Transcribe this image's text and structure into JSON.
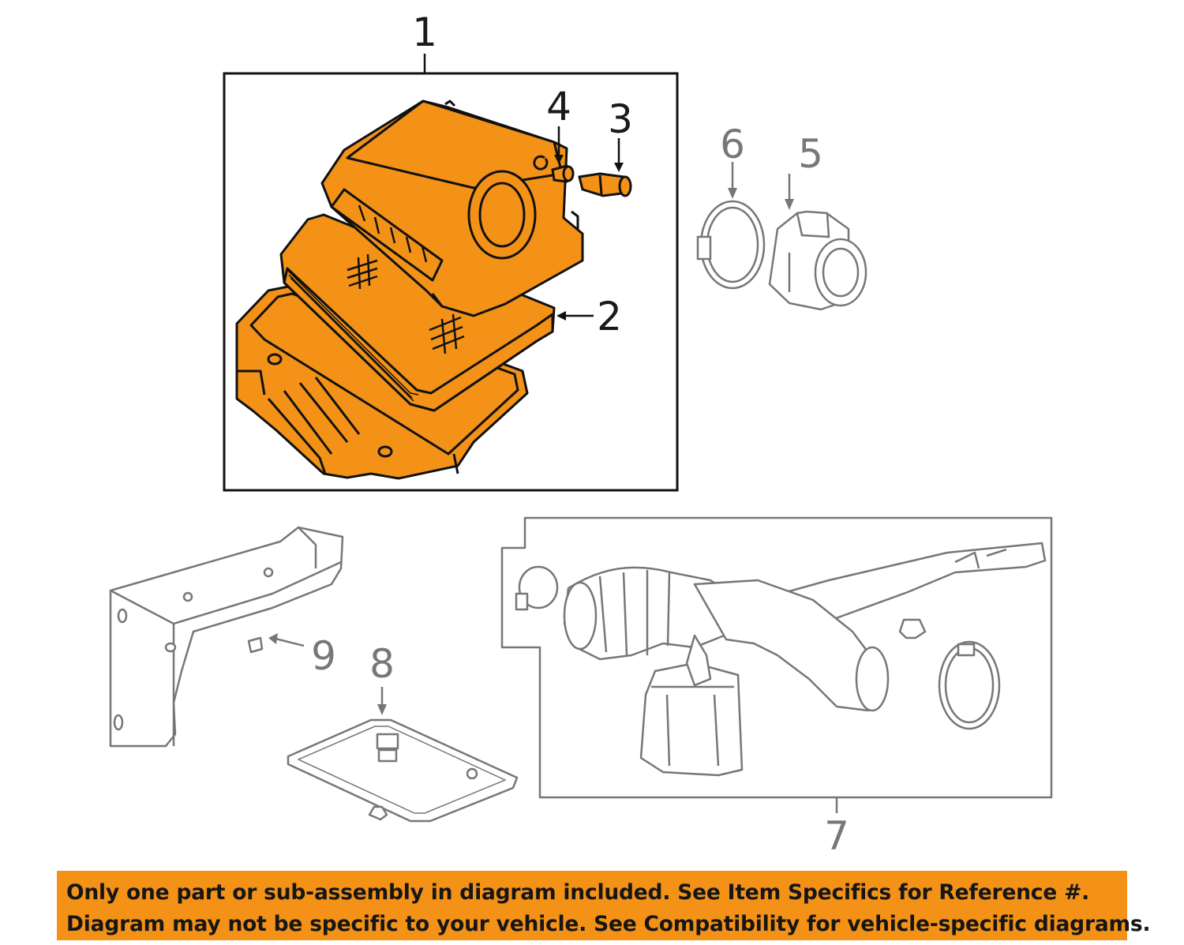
{
  "diagram": {
    "accent_color": "#f39217",
    "callouts": {
      "c1": "1",
      "c2": "2",
      "c3": "3",
      "c4": "4",
      "c5": "5",
      "c6": "6",
      "c7": "7",
      "c8": "8",
      "c9": "9"
    }
  },
  "notice": {
    "line1": "Only one part or sub-assembly in diagram included. See Item Specifics for Reference #.",
    "line2": "Diagram may not be specific to your vehicle. See Compatibility for vehicle-specific diagrams."
  }
}
